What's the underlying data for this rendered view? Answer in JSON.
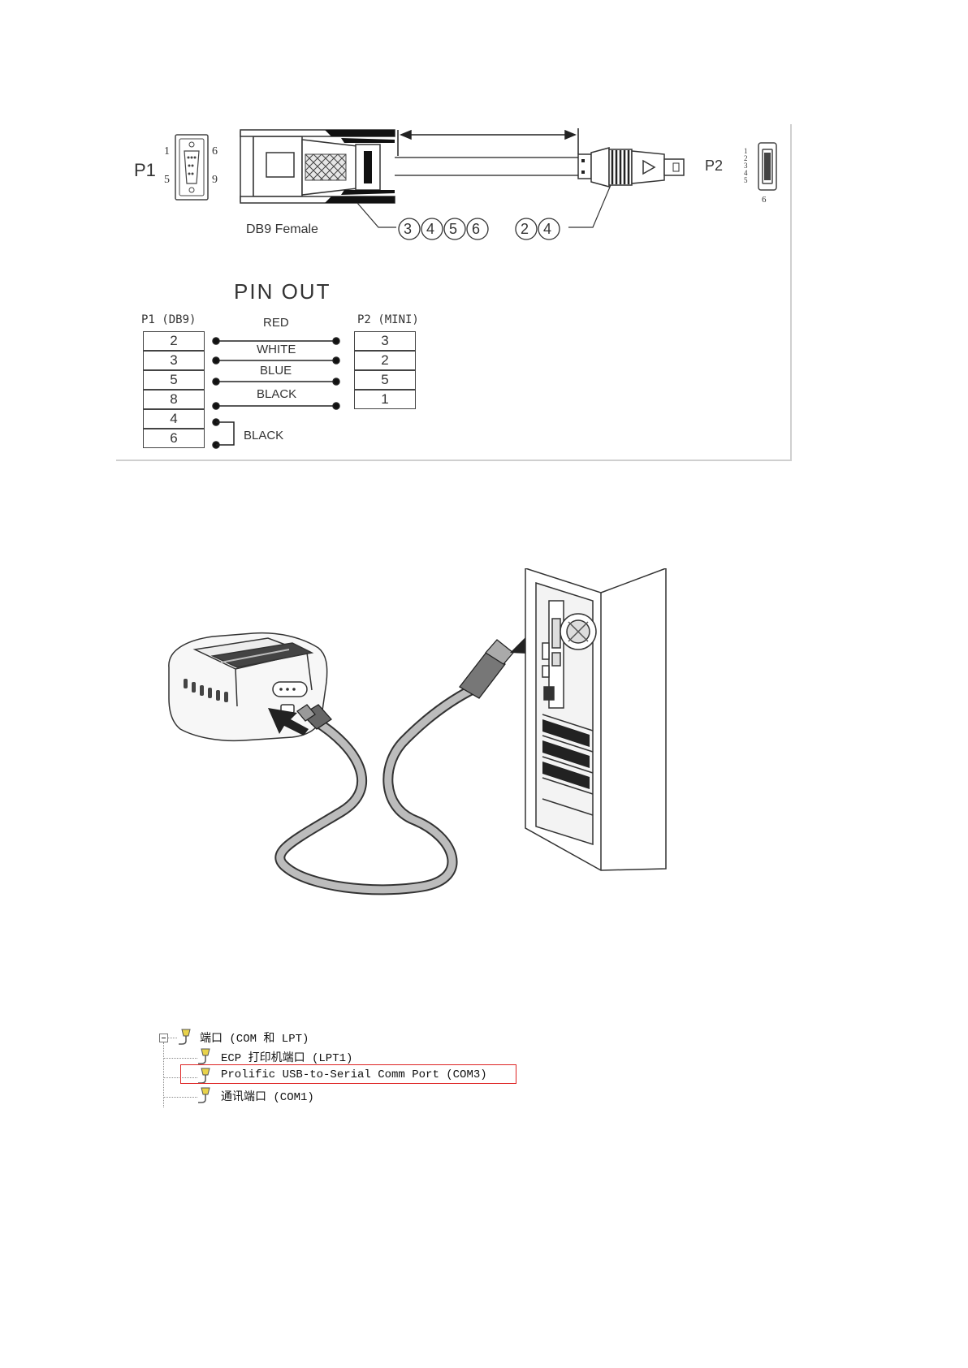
{
  "cable_diagram": {
    "p1_label": "P1",
    "p2_label": "P2",
    "p1_pin_tl": "1",
    "p1_pin_tr": "6",
    "p1_pin_bl": "5",
    "p1_pin_br": "9",
    "p2_pins": [
      "1",
      "2",
      "3",
      "4",
      "5"
    ],
    "p2_pin_bottom": "6",
    "db9_label": "DB9 Female",
    "callout_left": [
      "3",
      "4",
      "5",
      "6"
    ],
    "callout_right": [
      "2",
      "4"
    ]
  },
  "pinout": {
    "title": "PIN OUT",
    "left_header": "P1 (DB9)",
    "right_header": "P2 (MINI)",
    "rows": [
      {
        "left": "2",
        "wire": "RED",
        "right": "3"
      },
      {
        "left": "3",
        "wire": "WHITE",
        "right": "2"
      },
      {
        "left": "5",
        "wire": "BLUE",
        "right": "5"
      },
      {
        "left": "8",
        "wire": "BLACK",
        "right": "1"
      }
    ],
    "extra_left": [
      "4",
      "6"
    ],
    "extra_wire": "BLACK"
  },
  "device_tree": {
    "root_label": "端口 (COM 和 LPT)",
    "items": [
      {
        "label": "ECP 打印机端口 (LPT1)",
        "highlighted": false
      },
      {
        "label": "Prolific USB-to-Serial Comm Port (COM3)",
        "highlighted": true
      },
      {
        "label": "通讯端口 (COM1)",
        "highlighted": false
      }
    ],
    "highlight_color": "#dd2222"
  }
}
